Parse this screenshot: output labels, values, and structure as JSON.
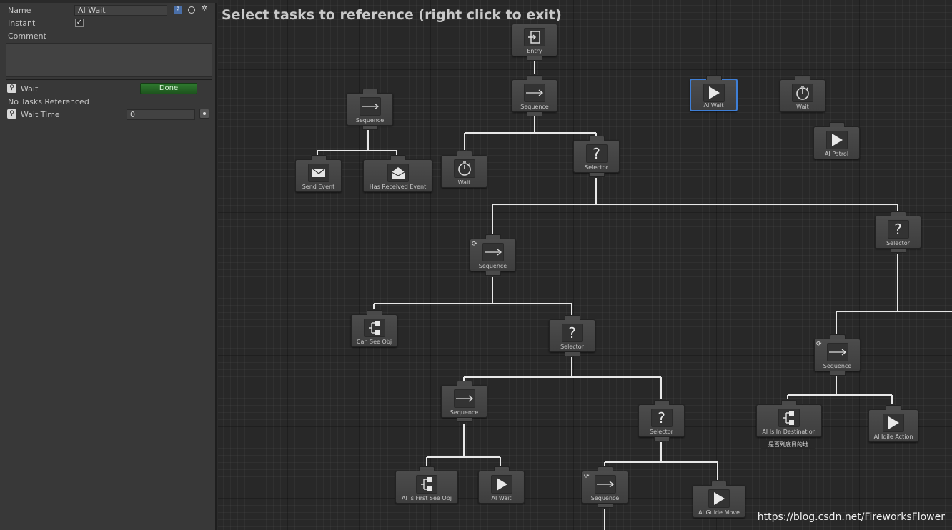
{
  "inspector": {
    "name_label": "Name",
    "name_value": "AI Wait",
    "instant_label": "Instant",
    "instant_checked": "✓",
    "comment_label": "Comment",
    "task_label": "Wait",
    "done_label": "Done",
    "no_tasks": "No Tasks Referenced",
    "wait_time_label": "Wait Time",
    "wait_time_value": "0"
  },
  "graph": {
    "title": "Select tasks to reference (right click to exit)",
    "nodes": {
      "entry": "Entry",
      "root_sequence": "Sequence",
      "ai_wait_selected": "AI Wait",
      "wait_top": "Wait",
      "ai_patrol": "AI Patrol",
      "sequence_left": "Sequence",
      "send_event": "Send Event",
      "has_received_event": "Has Received Event",
      "wait_mid": "Wait",
      "selector_main": "Selector",
      "sequence_mid": "Sequence",
      "selector_right": "Selector",
      "can_see_obj": "Can See Obj",
      "selector_mid": "Selector",
      "sequence_right": "Sequence",
      "sequence_low": "Sequence",
      "selector_low": "Selector",
      "ai_is_in_destination": "AI Is In Destination",
      "ai_idle_action": "AI Idile Action",
      "ai_is_first_see_obj": "AI Is First See Obj",
      "ai_wait_bottom": "AI Wait",
      "sequence_bottom": "Sequence",
      "ai_guide_move": "AI Guide Move"
    },
    "comment_destination": "是否到底目的地"
  },
  "watermark": "https://blog.csdn.net/FireworksFlower",
  "colors": {
    "selection": "#3f7fd6",
    "done_button": "#2f7a2f",
    "line": "#e8e8e8"
  }
}
